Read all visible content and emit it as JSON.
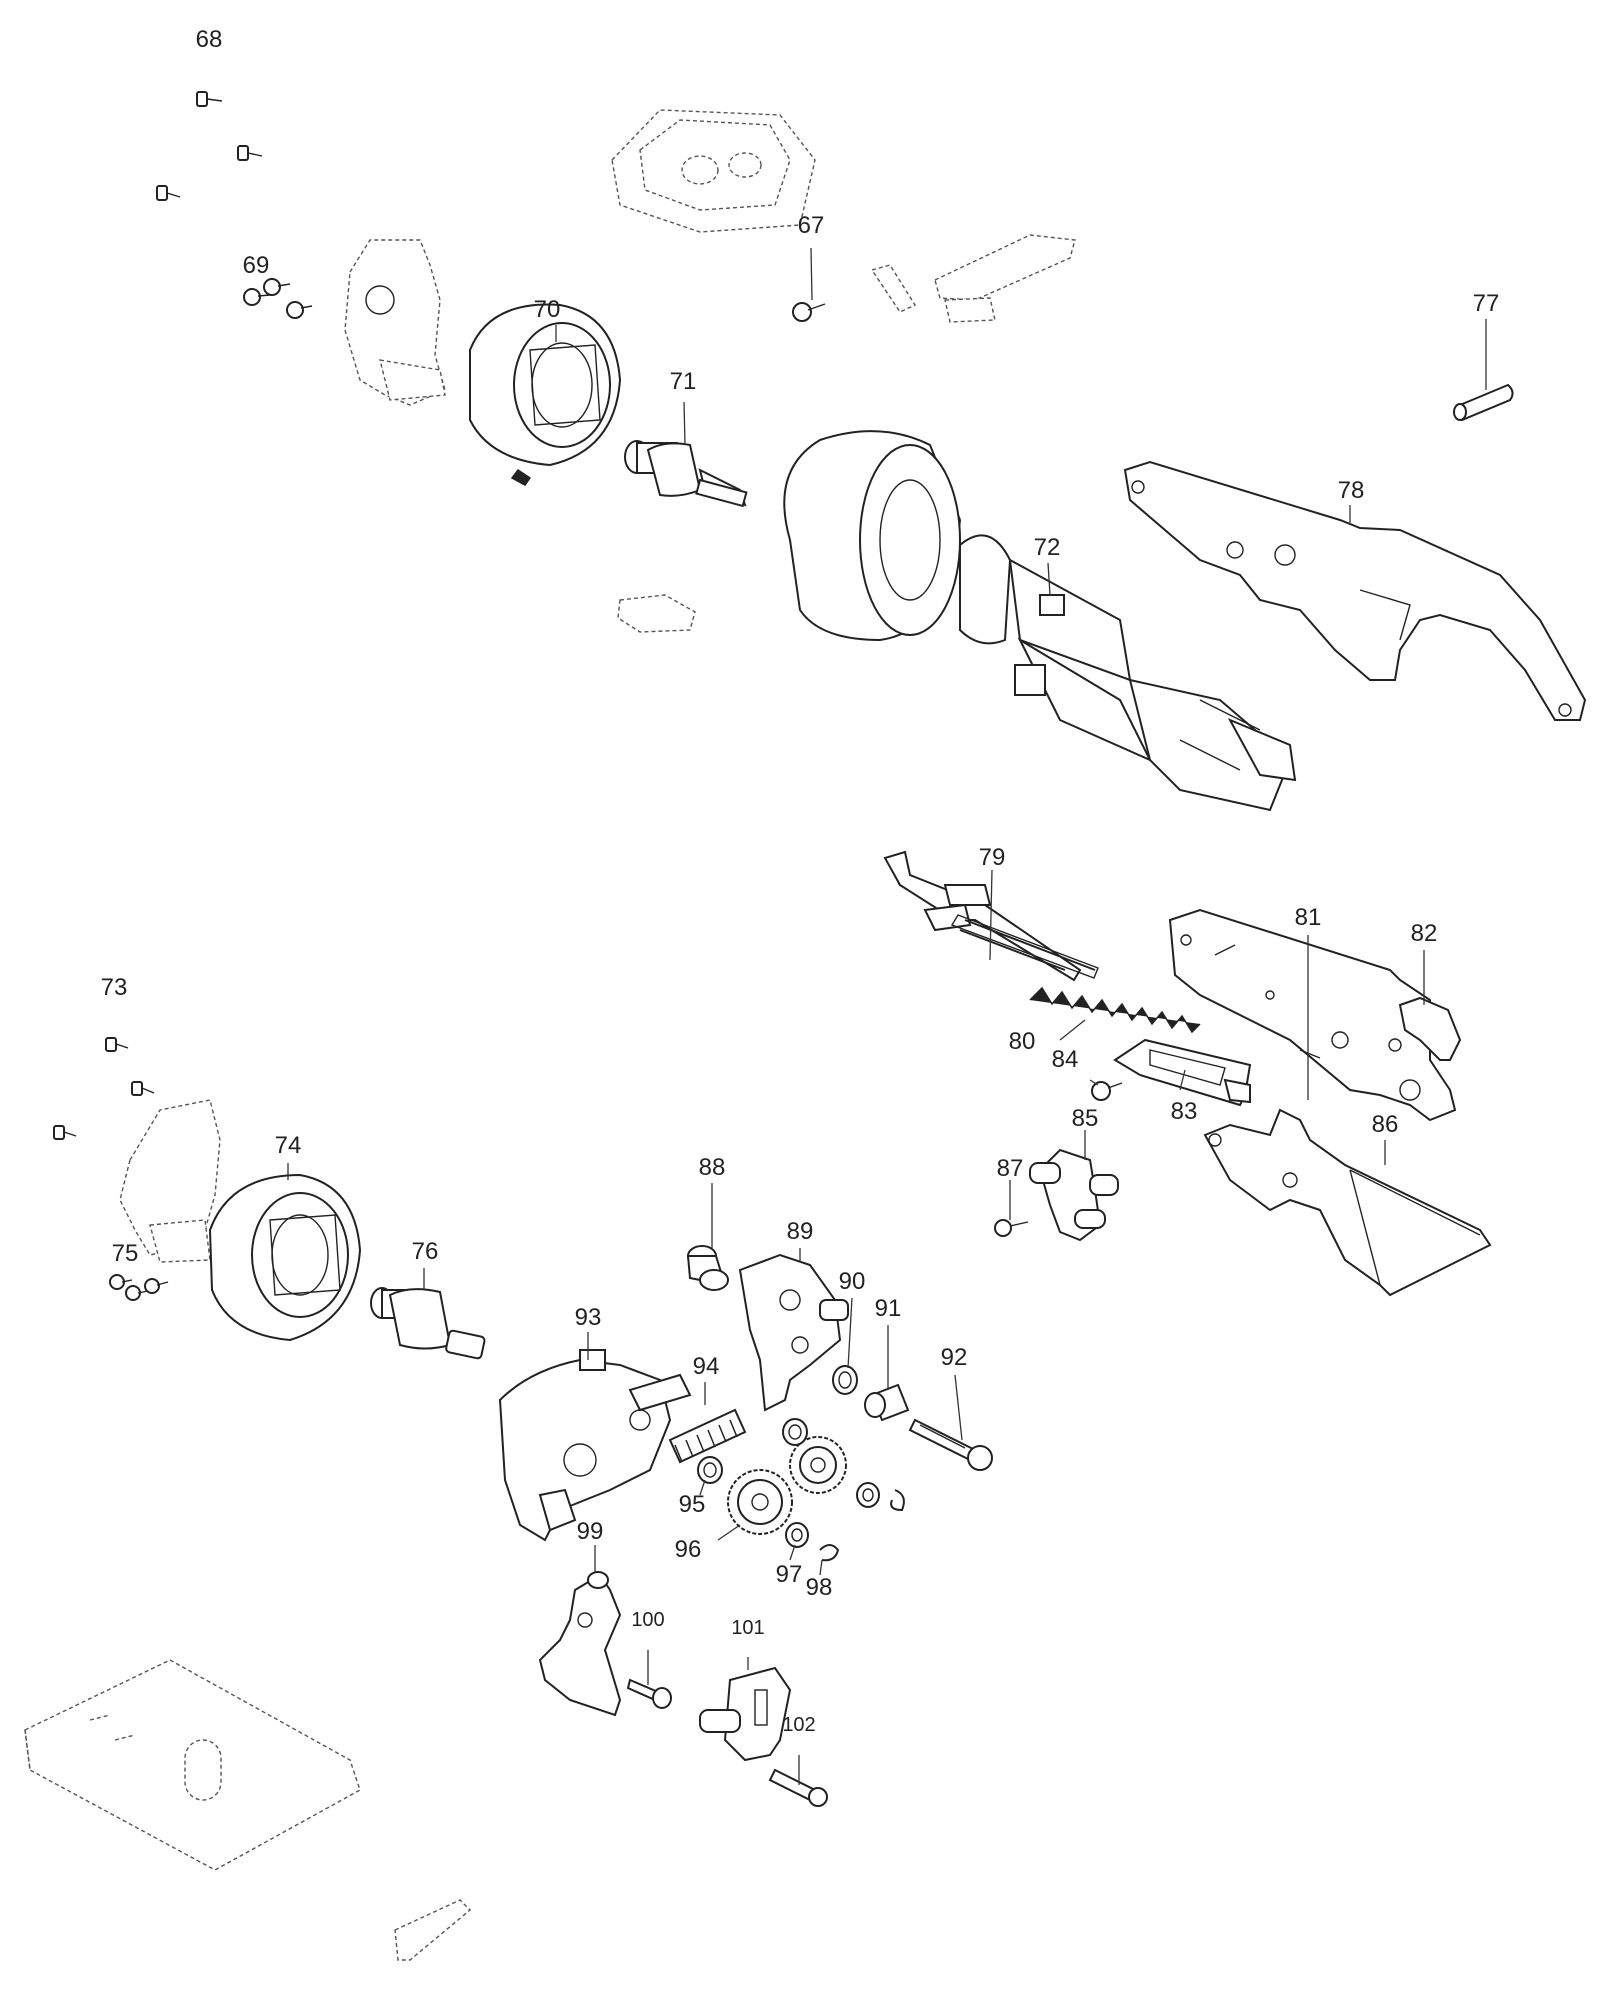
{
  "labels": {
    "67": "67",
    "68": "68",
    "69": "69",
    "70": "70",
    "71": "71",
    "72": "72",
    "73": "73",
    "74": "74",
    "75": "75",
    "76": "76",
    "77": "77",
    "78": "78",
    "79": "79",
    "80": "80",
    "81": "81",
    "82": "82",
    "83": "83",
    "84": "84",
    "85": "85",
    "86": "86",
    "87": "87",
    "88": "88",
    "89": "89",
    "90": "90",
    "91": "91",
    "92": "92",
    "93": "93",
    "94": "94",
    "95": "95",
    "96": "96",
    "97": "97",
    "98": "98",
    "99": "99",
    "100": "100",
    "101": "101",
    "102": "102"
  }
}
